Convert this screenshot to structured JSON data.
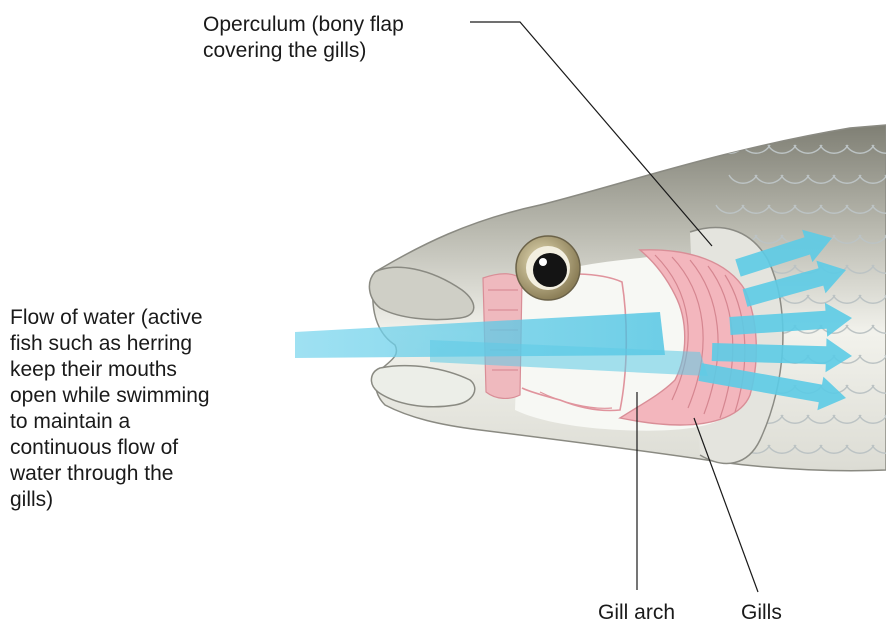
{
  "labels": {
    "operculum": [
      "Operculum (bony flap",
      "covering the gills)"
    ],
    "flow_of_water": [
      "Flow of water (active",
      "fish such as herring",
      "keep their mouths",
      "open while swimming",
      "to maintain a",
      "continuous flow of",
      "water through the",
      "gills)"
    ],
    "gill_arch": "Gill arch",
    "gills": "Gills"
  },
  "colors": {
    "water_flow": "#5ccbe6",
    "gill_tissue": "#e8a0a8",
    "fish_body_dark": "#8f8f84",
    "fish_body_light": "#f4f4ee",
    "scale_lines": "#bfc5c6"
  }
}
